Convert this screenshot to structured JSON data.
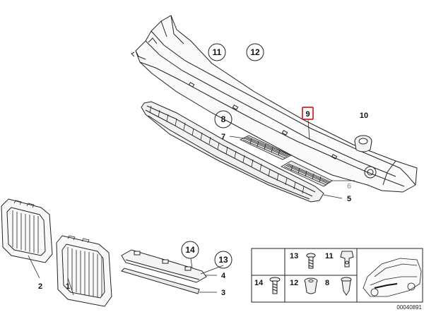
{
  "callouts": {
    "c11": "11",
    "c12": "12",
    "c8": "8",
    "c9": "9",
    "c10": "10",
    "c7": "7",
    "c6": "6",
    "c5": "5",
    "c14": "14",
    "c13": "13",
    "c4": "4",
    "c3": "3",
    "c2": "2",
    "c1": "1"
  },
  "legend": {
    "r13": "13",
    "r11": "11",
    "r14": "14",
    "r12": "12",
    "r8": "8"
  },
  "doc_number": "00040891",
  "colors": {
    "highlight": "#cc0000",
    "line": "#222222",
    "faded": "#b0b0b0"
  }
}
